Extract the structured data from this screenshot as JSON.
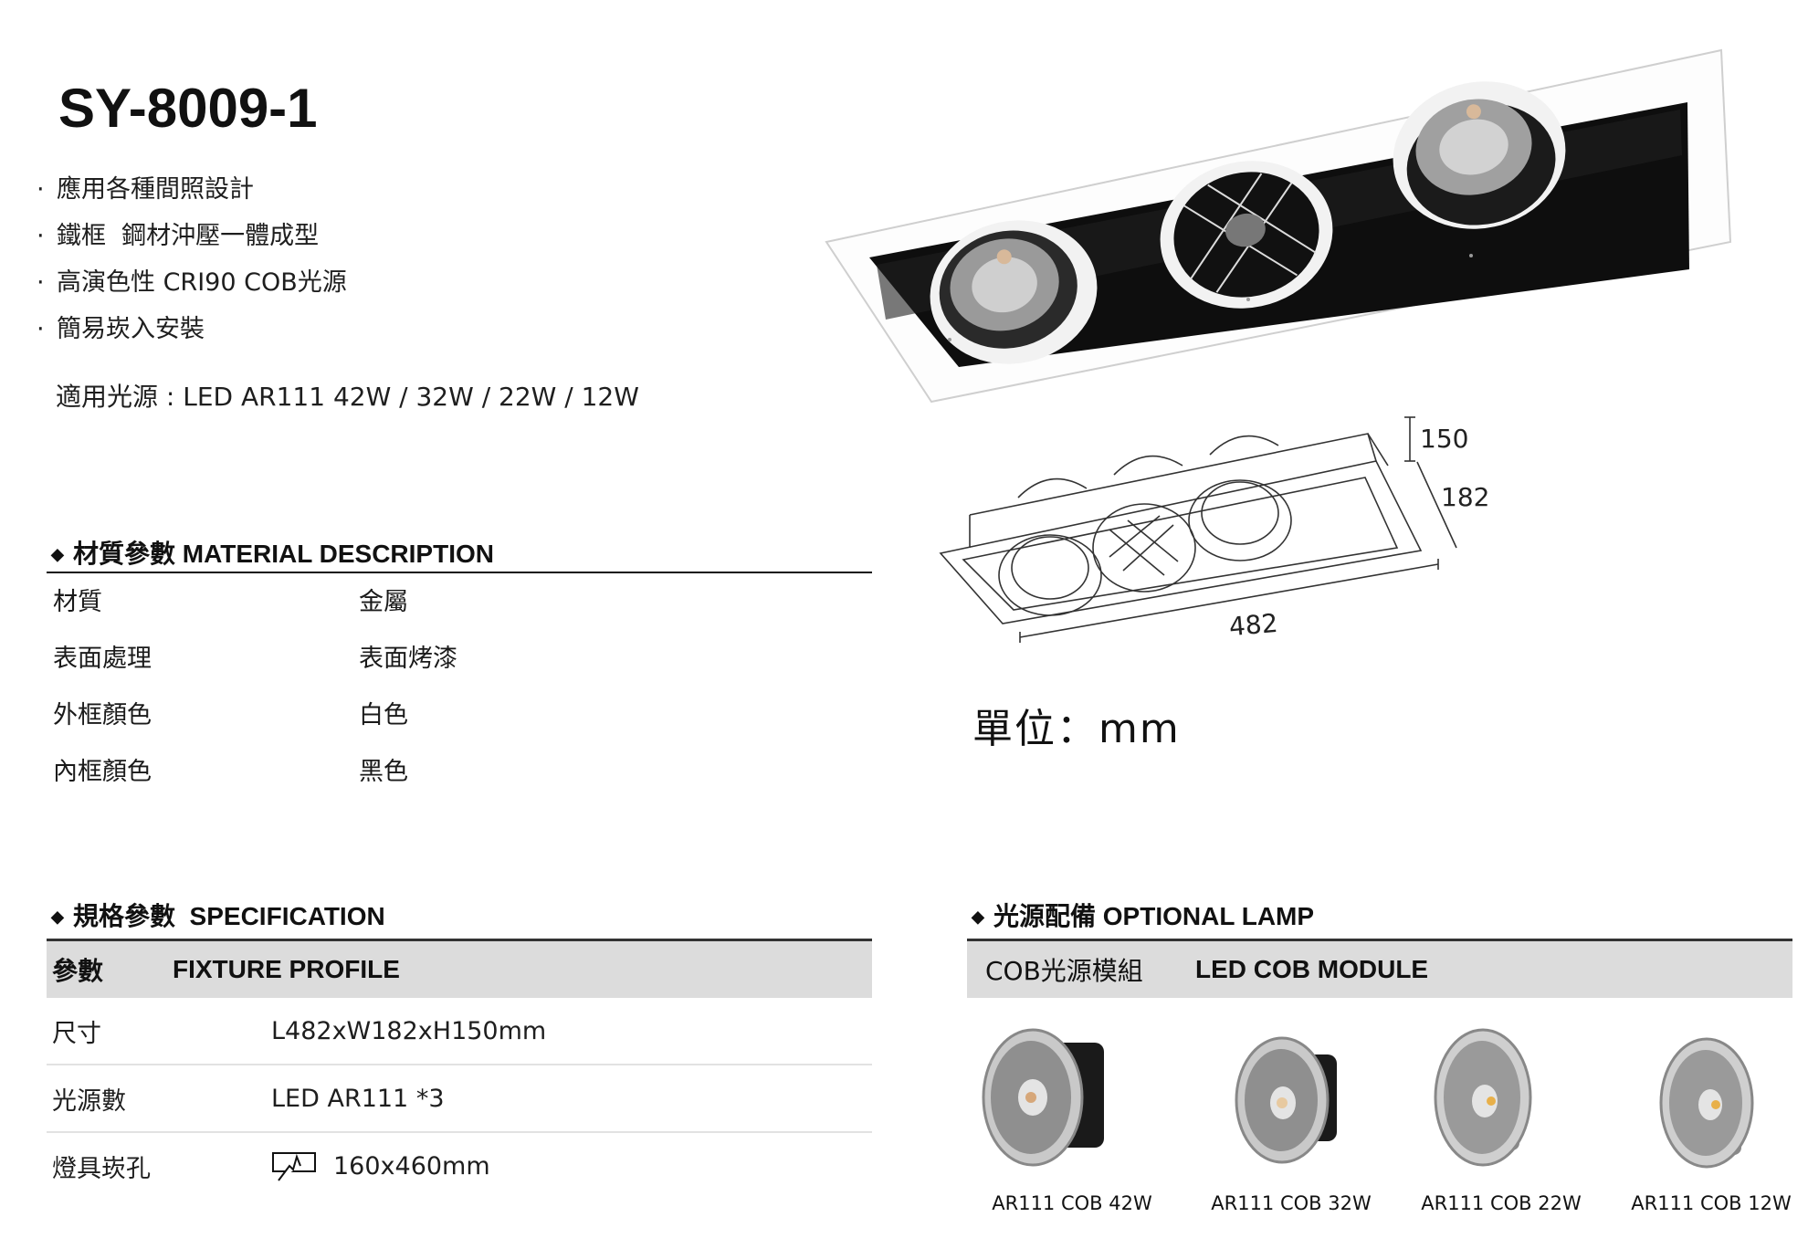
{
  "product": {
    "model": "SY-8009-1",
    "features": [
      "應用各種間照設計",
      "鐵框  鋼材沖壓一體成型",
      "高演色性 CRI90 COB光源",
      "簡易崁入安裝"
    ],
    "bullet": "·",
    "applicable_lamps": "適用光源 : LED AR111 42W / 32W / 22W / 12W"
  },
  "material": {
    "heading_icon": "◆",
    "heading": "材質參數 MATERIAL DESCRIPTION",
    "rows": [
      {
        "label": "材質",
        "value": "金屬"
      },
      {
        "label": "表面處理",
        "value": "表面烤漆"
      },
      {
        "label": "外框顏色",
        "value": "白色"
      },
      {
        "label": "內框顏色",
        "value": "黑色"
      }
    ]
  },
  "specification": {
    "heading_icon": "◆",
    "heading": "規格參數  SPECIFICATION",
    "header": {
      "label": "參數",
      "value": "FIXTURE PROFILE"
    },
    "rows": [
      {
        "label": "尺寸",
        "value": "L482xW182xH150mm"
      },
      {
        "label": "光源數",
        "value": "LED AR111 *3"
      },
      {
        "label": "燈具崁孔",
        "value": "160x460mm",
        "icon": "cutout-icon"
      }
    ]
  },
  "optional_lamp": {
    "heading_icon": "◆",
    "heading": "光源配備 OPTIONAL LAMP",
    "header": {
      "label": "COB光源模組",
      "value": "LED COB MODULE"
    },
    "lamps": [
      {
        "name": "AR111 COB 42W",
        "heatsink": "#1a1a1a"
      },
      {
        "name": "AR111 COB 32W",
        "heatsink": "#1a1a1a"
      },
      {
        "name": "AR111 COB 22W",
        "heatsink": "#8a8a8a"
      },
      {
        "name": "AR111 COB 12W",
        "heatsink": "#8a8a8a"
      }
    ]
  },
  "drawing": {
    "dimensions": {
      "length": "482",
      "width": "182",
      "height": "150"
    },
    "unit_label": "單位：mm"
  },
  "colors": {
    "text": "#1a1a1a",
    "header_bg": "#dcdcdc",
    "rule": "#333333",
    "frame_white": "#ffffff",
    "inner_black": "#111111"
  }
}
